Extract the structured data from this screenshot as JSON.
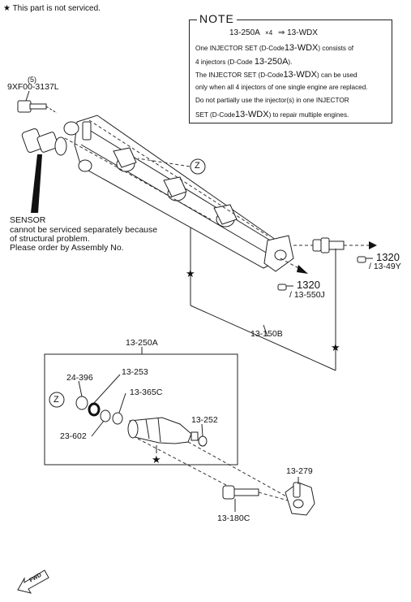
{
  "legend": {
    "star_symbol": "★",
    "text": "This part is not serviced."
  },
  "note": {
    "title": "NOTE",
    "formula_left": "13-250A",
    "formula_times": "×4",
    "formula_arrow": "⇒",
    "formula_right": "13-WDX",
    "line1_a": "One INJECTOR SET (D-Code",
    "line1_code": "13-WDX",
    "line1_b": ") consists of",
    "line2_a": "4 injectors (D-Code",
    "line2_code": "13-250A",
    "line2_b": ").",
    "line3_a": "The INJECTOR SET (D-Code",
    "line3_code": "13-WDX",
    "line3_b": ") can be used",
    "line4": "only when all 4 injectors of one single engine are replaced.",
    "line5": "Do not partially use the injector(s) in one INJECTOR",
    "line6_a": "SET (D-Code",
    "line6_code": "13-WDX",
    "line6_b": ") to repair multiple engines."
  },
  "labels": {
    "qty": "(5)",
    "bolt_part": "9XF00-3137L",
    "sensor_title": "SENSOR",
    "sensor_line1": "cannot be serviced separately because",
    "sensor_line2": "of structural problem.",
    "sensor_line3": "Please order by Assembly No.",
    "z_mark": "Z",
    "ref_1320_a": "1320",
    "ref_13_49Y": "/ 13-49Y",
    "ref_1320_b": "1320",
    "ref_13_550J": "/ 13-550J",
    "rail_part": "13-150B",
    "injector_part": "13-250A",
    "p_24_396": "24-396",
    "p_13_253": "13-253",
    "p_13_365C": "13-365C",
    "p_23_602": "23-602",
    "p_13_252": "13-252",
    "p_13_279": "13-279",
    "p_13_180C": "13-180C",
    "fwd": "FWD"
  },
  "icons": [
    "star-icon",
    "pointing-hand-icon",
    "z-circle-icon",
    "fwd-arrow-icon"
  ]
}
